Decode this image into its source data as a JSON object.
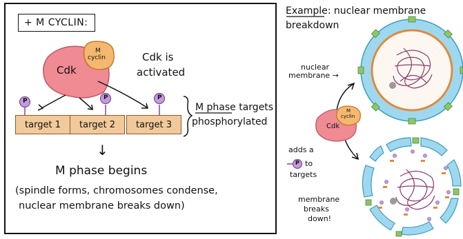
{
  "left_panel": {
    "title": "+ M CYCLIN:",
    "cdk_label": "Cdk",
    "cyclin_label_1": "M",
    "cyclin_label_2": "cyclin",
    "activated_line_1": "Cdk is",
    "activated_line_2": "activated",
    "phospho_label": "P",
    "targets": [
      "target 1",
      "target 2",
      "target 3"
    ],
    "targets_label_underlined": "M phase",
    "targets_label_rest": " targets",
    "targets_label_line2": "phosphorylated",
    "arrow_down": "↓",
    "m_phase_begins": "M phase begins",
    "detail_line_1": "(spindle forms, chromosomes condense,",
    "detail_line_2": "nuclear membrane breaks down)"
  },
  "right_panel": {
    "example_label": "Example",
    "example_rest": ": nuclear membrane",
    "example_line2": "breakdown",
    "membrane_line_1": "nuclear",
    "membrane_line_2": "membrane →",
    "cdk_label": "Cdk",
    "cyclin_label_1": "M",
    "cyclin_label_2": "cyclin",
    "adds_line_1": "adds a",
    "adds_p": "P",
    "adds_to": "to",
    "adds_line_3": "targets",
    "breaks_line_1": "membrane",
    "breaks_line_2": "breaks",
    "breaks_line_3": "down!"
  },
  "colors": {
    "cdk": "#f08a93",
    "cdk_stroke": "#b85a62",
    "cyclin": "#f5b870",
    "cyclin_stroke": "#c07a2a",
    "phosphate": "#c49bdc",
    "target": "#f2c99a",
    "membrane": "#9fd8ee",
    "membrane_stroke": "#3b9bc4",
    "chromatin": "#8a3a6a"
  }
}
